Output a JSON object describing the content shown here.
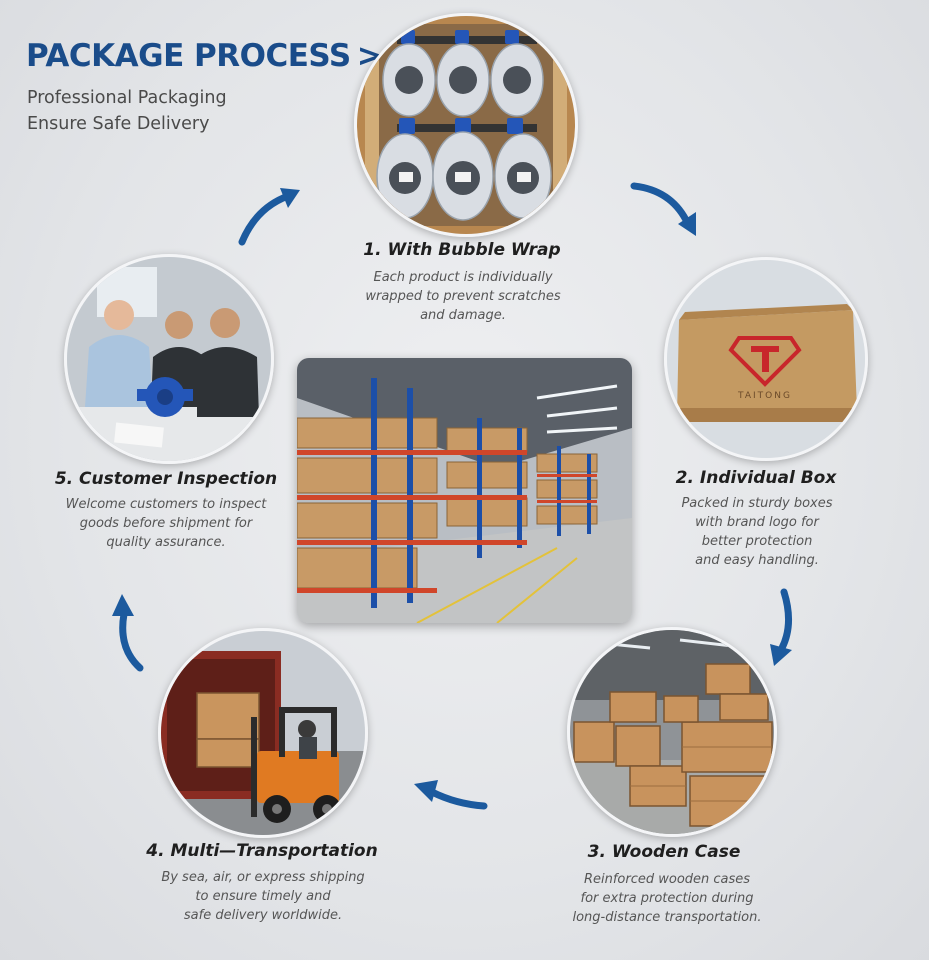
{
  "header": {
    "title": "PACKAGE PROCESS",
    "title_arrows": ">>",
    "subtitle_lines": [
      "Professional Packaging",
      "Ensure Safe Delivery"
    ]
  },
  "steps": [
    {
      "title": "1. With Bubble Wrap",
      "desc": [
        "Each product is individually",
        "wrapped to prevent scratches",
        "and damage."
      ]
    },
    {
      "title": "2. Individual Box",
      "desc": [
        "Packed in sturdy boxes",
        "with brand logo for",
        "better protection",
        "and easy handling."
      ]
    },
    {
      "title": "3. Wooden Case",
      "desc": [
        "Reinforced wooden cases",
        "for extra protection during",
        "long-distance transportation."
      ]
    },
    {
      "title": "4. Multi—Transportation",
      "desc": [
        "By sea, air, or express shipping",
        "to ensure timely and",
        "safe delivery worldwide."
      ]
    },
    {
      "title": "5. Customer Inspection",
      "desc": [
        "Welcome customers to inspect",
        "goods before shipment for",
        "quality assurance."
      ]
    }
  ],
  "box_logo": {
    "brand": "TAITONG"
  },
  "colors": {
    "accent": "#1a4c8a",
    "arrow": "#1c5a9e",
    "logo_red": "#c8262b",
    "cardboard": "#c49a62",
    "valve_blue": "#2456b8"
  },
  "icons": [
    "cycle-arrow-icon"
  ]
}
